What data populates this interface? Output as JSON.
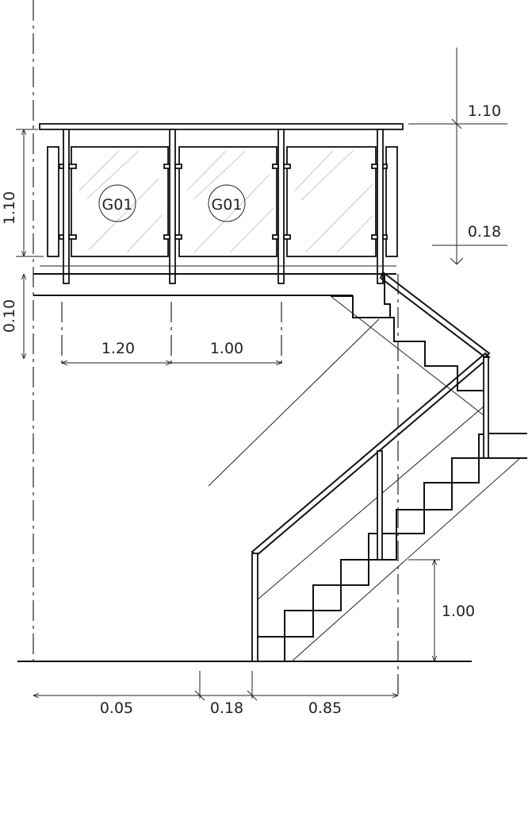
{
  "drawing": {
    "title": "Stair and glass balustrade elevation",
    "panel_tags": [
      "G01",
      "G01"
    ],
    "dimensions": {
      "left_railing_height": "1.10",
      "left_slab_thickness": "0.10",
      "post_spacing_1": "1.20",
      "post_spacing_2": "1.00",
      "right_railing_height": "1.10",
      "right_step_height": "0.18",
      "stair_railing_height": "1.00",
      "bottom_1": "0.05",
      "bottom_2": "0.18",
      "bottom_3": "0.85"
    }
  }
}
